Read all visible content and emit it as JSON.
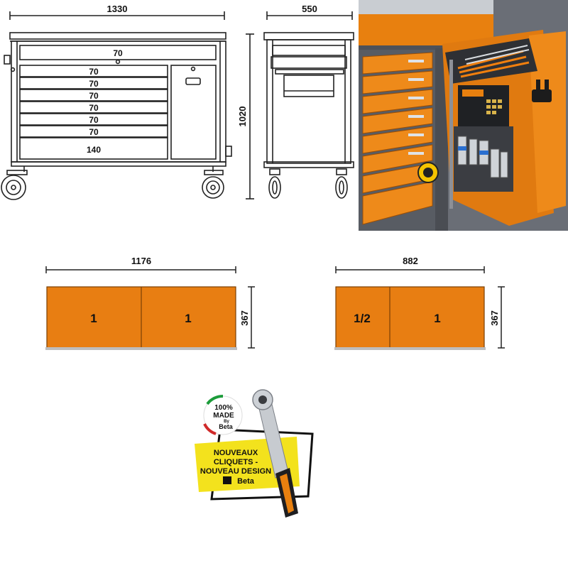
{
  "front_view": {
    "width": "1330",
    "height": "1020",
    "drawer_labels": [
      "70",
      "70",
      "70",
      "70",
      "70",
      "70",
      "70",
      "140"
    ]
  },
  "side_view": {
    "depth": "550"
  },
  "tray_large": {
    "width": "1176",
    "height": "367",
    "cells": [
      "1",
      "1"
    ]
  },
  "tray_small": {
    "width": "882",
    "height": "367",
    "cells": [
      "1/2",
      "1"
    ]
  },
  "badge": {
    "percent": "100%",
    "line2": "MADE",
    "line3": "By",
    "brand": "Beta"
  },
  "banner": {
    "line1": "NOUVEAUX",
    "line2": "CLIQUETS -",
    "line3": "NOUVEAU DESIGN",
    "brand": "Beta"
  },
  "colors": {
    "orange": "#e87e12",
    "orange_dark": "#b85a06",
    "grey_panel": "#5c6069",
    "banner_yellow": "#f3e21d",
    "line": "#222222"
  }
}
